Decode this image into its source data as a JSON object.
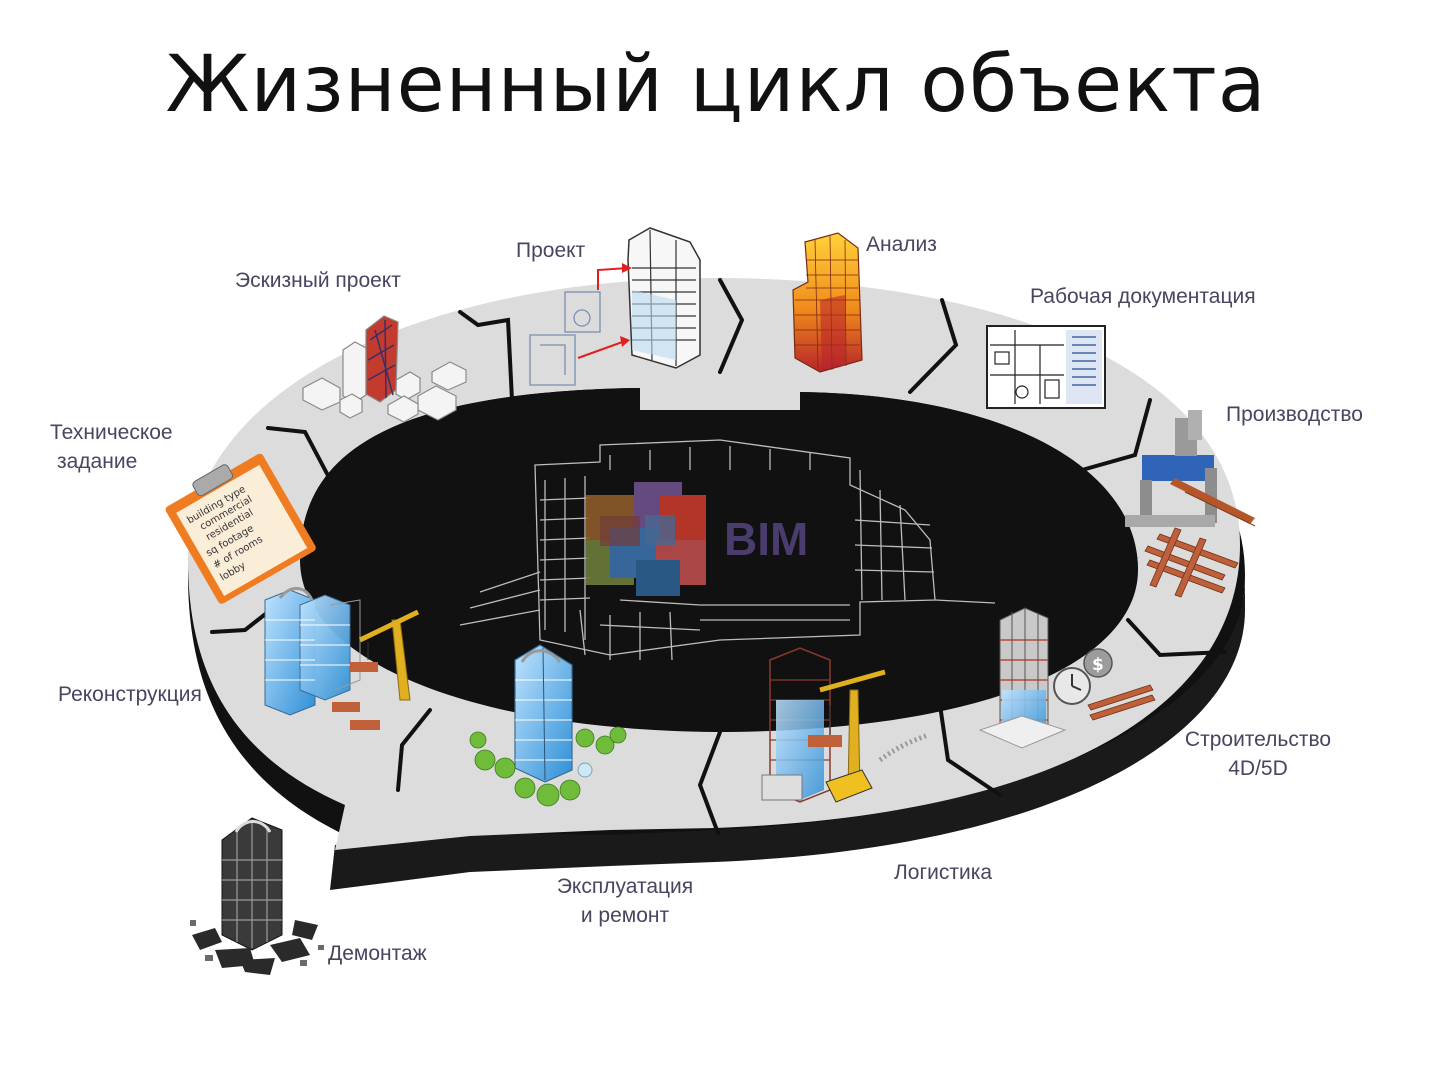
{
  "title": "Жизненный цикл объекта",
  "center": {
    "label": "BIM"
  },
  "stages": [
    {
      "id": "tz",
      "lines": [
        "Техническое",
        "задание"
      ]
    },
    {
      "id": "eskiz",
      "lines": [
        "Эскизный проект"
      ]
    },
    {
      "id": "proekt",
      "lines": [
        "Проект"
      ]
    },
    {
      "id": "analiz",
      "lines": [
        "Анализ"
      ]
    },
    {
      "id": "rabdoc",
      "lines": [
        "Рабочая документация"
      ]
    },
    {
      "id": "proizv",
      "lines": [
        "Производство"
      ]
    },
    {
      "id": "stroit",
      "lines": [
        "Строительство",
        "4D/5D"
      ]
    },
    {
      "id": "logist",
      "lines": [
        "Логистика"
      ]
    },
    {
      "id": "ekspl",
      "lines": [
        "Эксплуатация",
        "и ремонт"
      ]
    },
    {
      "id": "rekon",
      "lines": [
        "Реконструкция"
      ]
    },
    {
      "id": "demont",
      "lines": [
        "Демонтаж"
      ]
    }
  ],
  "clipboard": {
    "lines": [
      "building type",
      "commercial",
      "residential",
      "sq footage",
      "# of rooms",
      "lobby"
    ]
  },
  "colors": {
    "ring_top": "#d9d9d9",
    "ring_edge": "#111111",
    "label": "#4a4460",
    "bim": "#4b3c6e"
  }
}
